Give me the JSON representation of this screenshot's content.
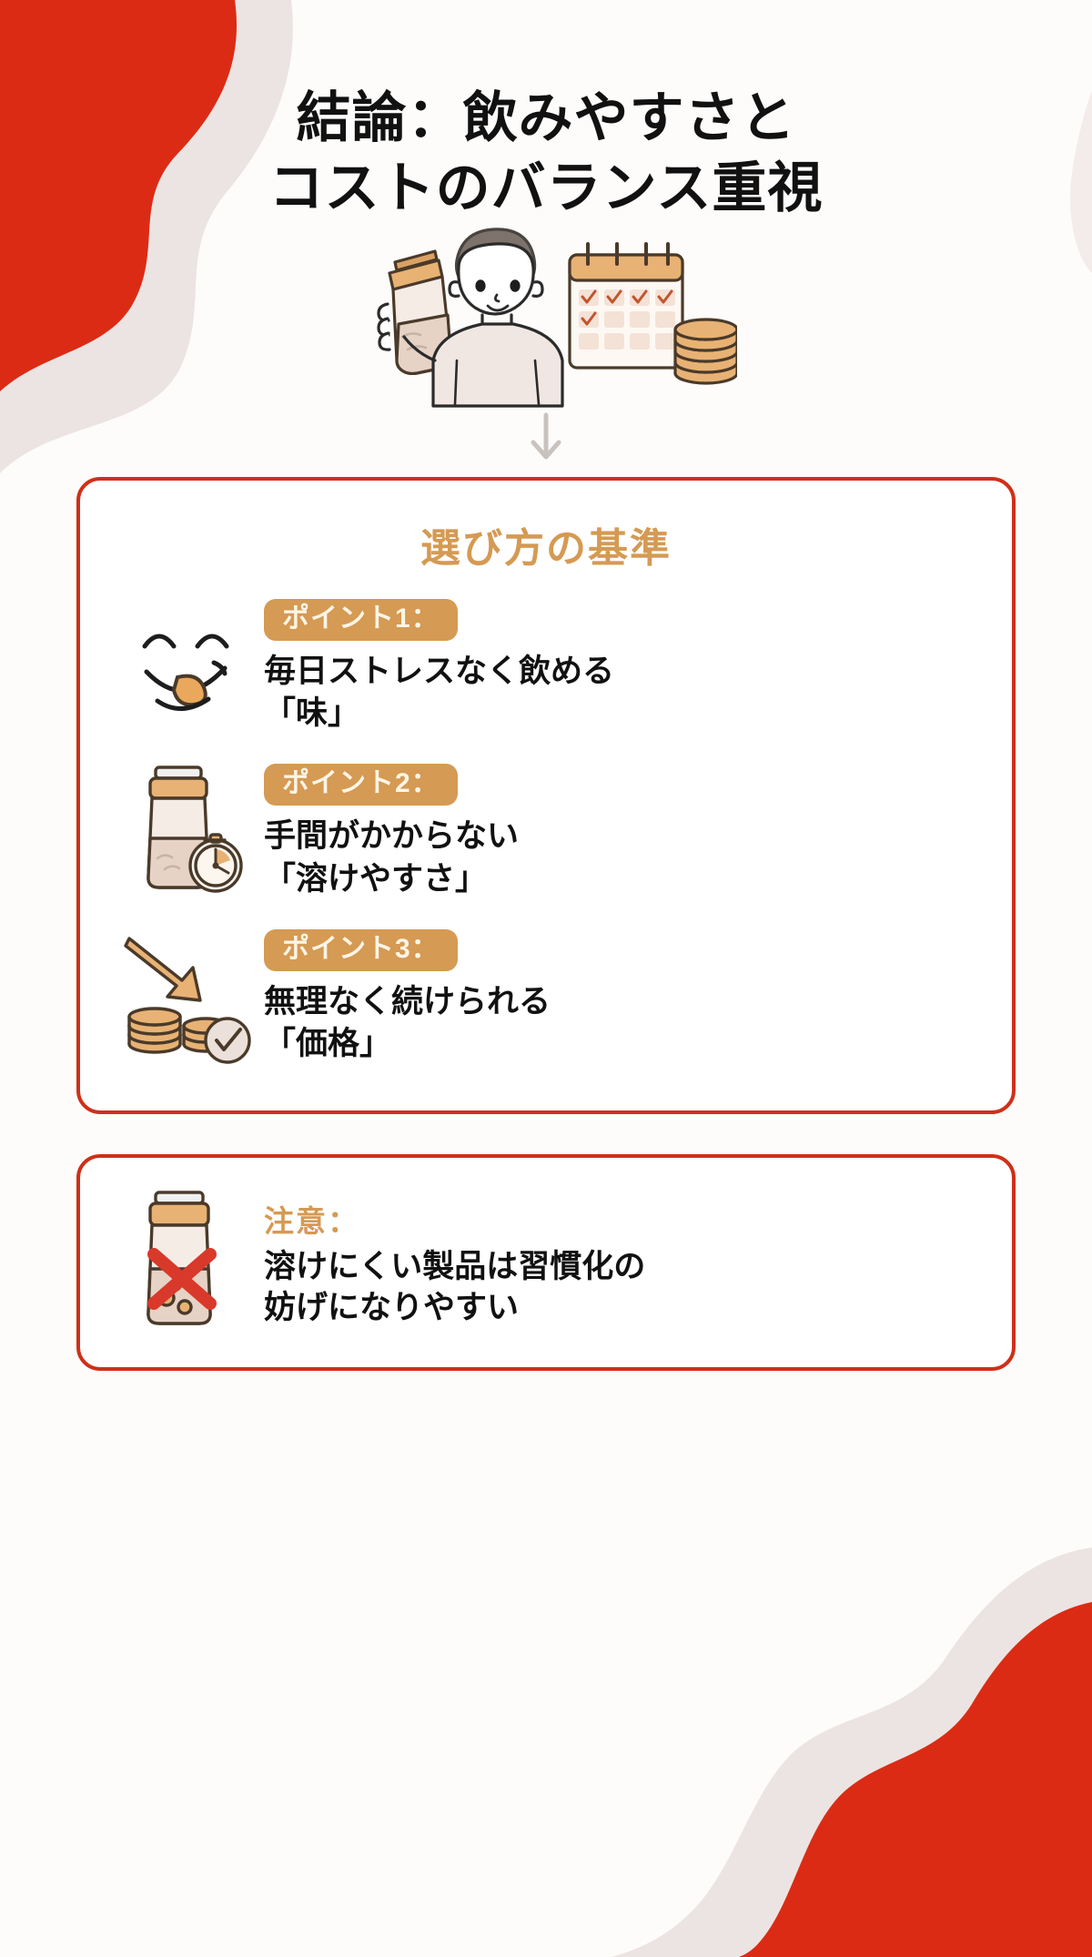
{
  "page": {
    "title_lines": [
      "結論：飲みやすさと",
      "コストのバランス重視"
    ],
    "colors": {
      "accent_red": "#cf3018",
      "blob_red": "#dc2b14",
      "blob_shadow": "#ece4e2",
      "gold": "#d59a53",
      "badge_text": "#fdf5e6",
      "body_text": "#111111",
      "background": "#fdfcfb"
    }
  },
  "hero": {
    "icon": "person-with-shaker-calendar-coins-illustration",
    "arrow_icon": "arrow-down-icon"
  },
  "criteria_card": {
    "heading": "選び方の基準",
    "points": [
      {
        "badge": "ポイント1：",
        "text": "毎日ストレスなく飲める\n「味」",
        "icon": "smiling-face-tasty-icon"
      },
      {
        "badge": "ポイント2：",
        "text": "手間がかからない\n「溶けやすさ」",
        "icon": "shaker-with-stopwatch-icon"
      },
      {
        "badge": "ポイント3：",
        "text": "無理なく続けられる\n「価格」",
        "icon": "coins-down-arrow-check-icon"
      }
    ]
  },
  "warning_card": {
    "label": "注意：",
    "text": "溶けにくい製品は習慣化の\n妨げになりやすい",
    "icon": "shaker-with-red-x-icon"
  }
}
